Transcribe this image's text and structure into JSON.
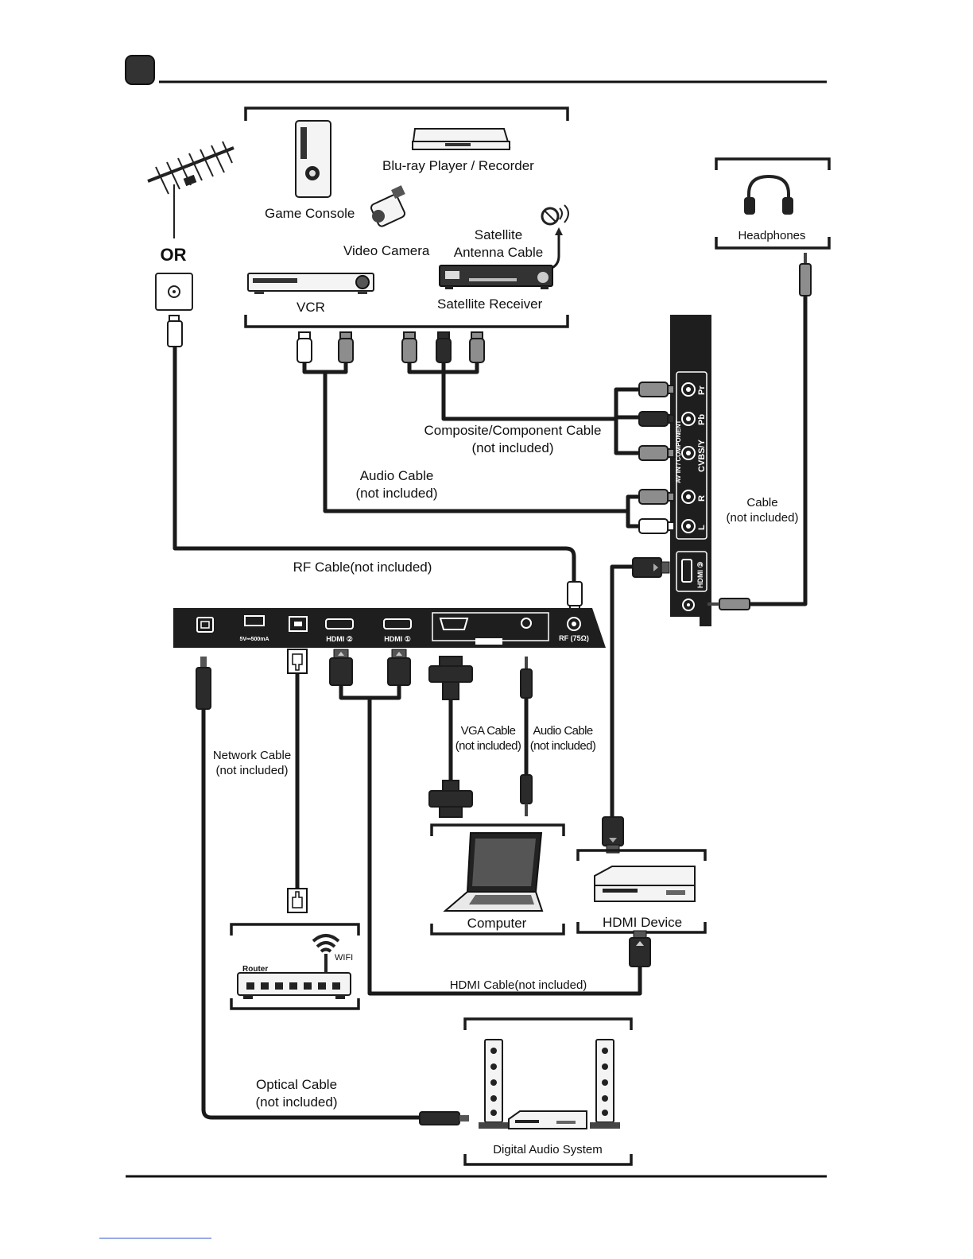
{
  "labels": {
    "or": "OR",
    "bluray": "Blu-ray Player / Recorder",
    "game_console": "Game Console",
    "video_camera": "Video Camera",
    "satellite_antenna_1": "Satellite",
    "satellite_antenna_2": "Antenna Cable",
    "vcr": "VCR",
    "satellite_receiver": "Satellite Receiver",
    "headphones": "Headphones",
    "composite_cable_1": "Composite/Component Cable",
    "composite_cable_2": "(not included)",
    "audio_cable_1": "Audio Cable",
    "audio_cable_2": "(not included)",
    "headphone_cable_1": "Cable",
    "headphone_cable_2": "(not included)",
    "rf_cable": "RF Cable(not included)",
    "network_cable_1": "Network Cable",
    "network_cable_2": "(not included)",
    "vga_cable_1": "VGA Cable",
    "vga_cable_2": "(not included)",
    "pc_audio_cable_1": "Audio Cable",
    "pc_audio_cable_2": "(not included)",
    "computer": "Computer",
    "hdmi_device": "HDMI Device",
    "router": "Router",
    "wifi": "WIFI",
    "hdmi_cable": "HDMI Cable(not included)",
    "optical_cable_1": "Optical Cable",
    "optical_cable_2": "(not included)",
    "digital_audio_system": "Digital Audio System"
  },
  "rear_panel": {
    "usb": "5V⎓500mA",
    "hdmi2": "HDMI ②",
    "hdmi1": "HDMI ①",
    "rf": "RF (75Ω)"
  },
  "side_panel": {
    "pr": "Pr",
    "pb": "Pb",
    "cvbs": "CVBS/Y",
    "group": "AV IN / COMPONENT",
    "r": "R",
    "l": "L",
    "hdmi3": "HDMI ③"
  },
  "icons": [
    "antenna-icon",
    "wall-socket-icon",
    "game-console-icon",
    "bluray-player-icon",
    "video-camera-icon",
    "satellite-dish-icon",
    "vcr-icon",
    "satellite-receiver-icon",
    "headphones-icon",
    "laptop-icon",
    "hdmi-device-icon",
    "router-icon",
    "wifi-icon",
    "speaker-icon",
    "audio-receiver-icon"
  ]
}
